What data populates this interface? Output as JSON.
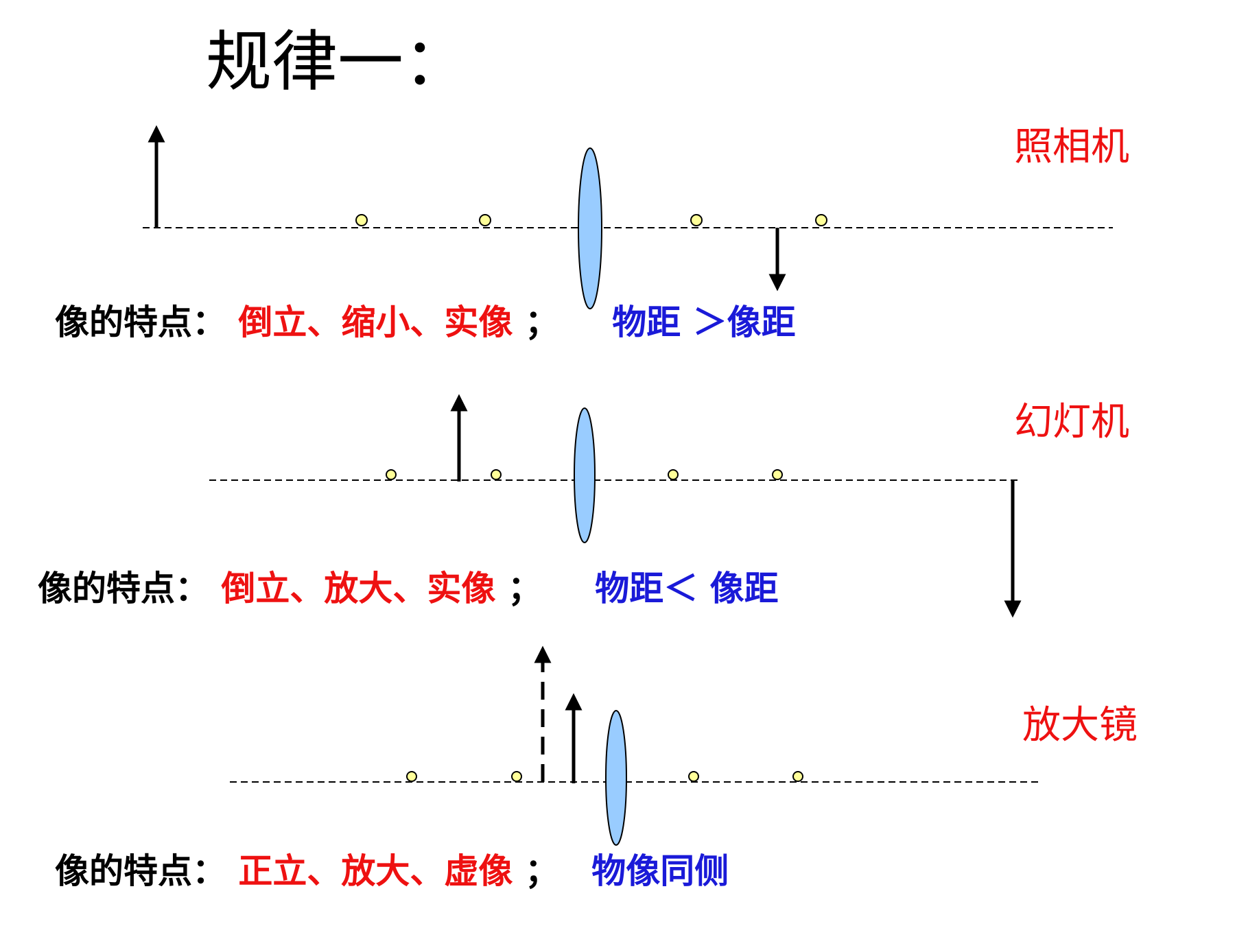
{
  "title": "规律一：",
  "sections": [
    {
      "device": "照相机",
      "feature_label": "像的特点：",
      "properties": "倒立、缩小、实像",
      "separator": "；",
      "relation": "物距 ＞像距"
    },
    {
      "device": "幻灯机",
      "feature_label": "像的特点：",
      "properties": "倒立、放大、实像",
      "separator": "；",
      "relation": "物距＜ 像距"
    },
    {
      "device": "放大镜",
      "feature_label": "像的特点：",
      "properties": "正立、放大、虚像",
      "separator": "；",
      "relation": "物像同侧"
    }
  ],
  "colors": {
    "property_text": "#ee1111",
    "relation_text": "#1a1ad8",
    "lens_fill": "#99ccff",
    "focal_point_fill": "#ffff99"
  }
}
